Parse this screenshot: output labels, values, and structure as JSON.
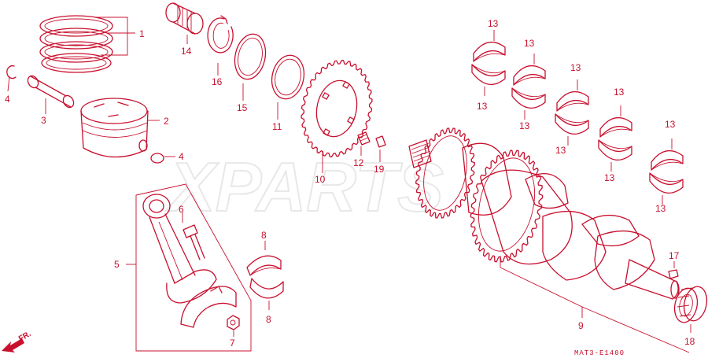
{
  "watermark": "XPARTS",
  "diagram_code": "MAT3-E1400",
  "front_marker": {
    "text": "FR.",
    "color": "#c8102e"
  },
  "accent_color": "#c8102e",
  "callouts": [
    {
      "id": "c1",
      "text": "1"
    },
    {
      "id": "c2",
      "text": "2"
    },
    {
      "id": "c3",
      "text": "3"
    },
    {
      "id": "c4a",
      "text": "4"
    },
    {
      "id": "c4b",
      "text": "4"
    },
    {
      "id": "c5",
      "text": "5"
    },
    {
      "id": "c6",
      "text": "6"
    },
    {
      "id": "c7",
      "text": "7"
    },
    {
      "id": "c8a",
      "text": "8"
    },
    {
      "id": "c8b",
      "text": "8"
    },
    {
      "id": "c9",
      "text": "9"
    },
    {
      "id": "c10",
      "text": "10"
    },
    {
      "id": "c11",
      "text": "11"
    },
    {
      "id": "c12",
      "text": "12"
    },
    {
      "id": "c13a",
      "text": "13"
    },
    {
      "id": "c13b",
      "text": "13"
    },
    {
      "id": "c13c",
      "text": "13"
    },
    {
      "id": "c13d",
      "text": "13"
    },
    {
      "id": "c13e",
      "text": "13"
    },
    {
      "id": "c13f",
      "text": "13"
    },
    {
      "id": "c13g",
      "text": "13"
    },
    {
      "id": "c13h",
      "text": "13"
    },
    {
      "id": "c13i",
      "text": "13"
    },
    {
      "id": "c13j",
      "text": "13"
    },
    {
      "id": "c14",
      "text": "14"
    },
    {
      "id": "c15",
      "text": "15"
    },
    {
      "id": "c16",
      "text": "16"
    },
    {
      "id": "c17",
      "text": "17"
    },
    {
      "id": "c18",
      "text": "18"
    },
    {
      "id": "c19",
      "text": "19"
    }
  ]
}
